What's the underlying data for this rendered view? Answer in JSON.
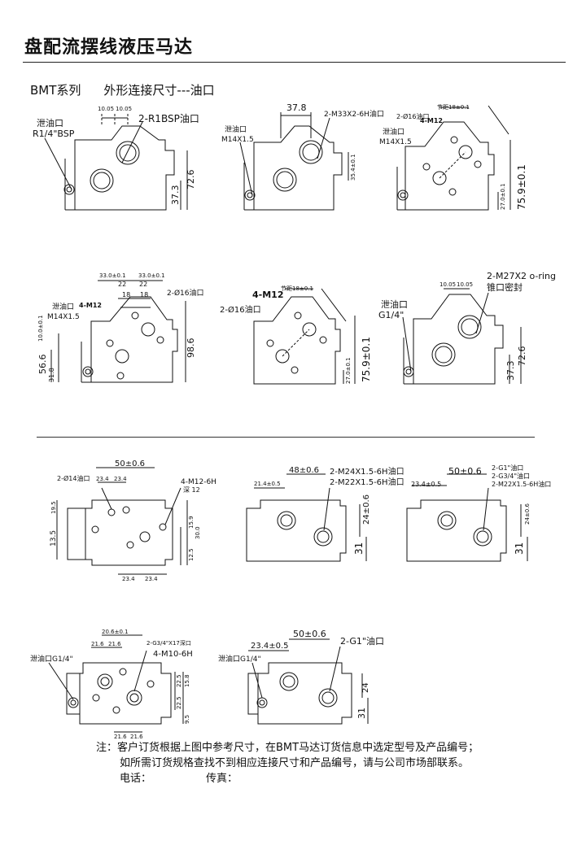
{
  "page_title": "盘配流摆线液压马达",
  "section": {
    "series": "BMT系列",
    "heading": "外形连接尺寸---油口"
  },
  "views": {
    "v1": {
      "drain": [
        "泄油口",
        "R1/4\"BSP"
      ],
      "port": "2-R1BSP油口",
      "d1": "10.05",
      "d2": "10.05",
      "h1": "37.3",
      "h2": "72.6"
    },
    "v2": {
      "drain": [
        "泄油口",
        "M14X1.5"
      ],
      "port": "2-M33X2-6H油口",
      "w": "37.8",
      "h": "35.4±0.1"
    },
    "v3": {
      "drain": [
        "泄油口",
        "M14X1.5"
      ],
      "pin": "2-Ø16油口",
      "bolt": "4-M12",
      "w": "节距18±0.1",
      "h": "75.9±0.1",
      "h2": "27.0±0.1"
    },
    "v4": {
      "drain": [
        "泄油口",
        "M14X1.5"
      ],
      "pin": "2-Ø16油口",
      "bolt": "4-M12",
      "a": "33.0±0.1",
      "b": "33.0±0.1",
      "c": "18",
      "d": "18",
      "e": "22",
      "f": "22",
      "h1": "56.6",
      "h2": "31.8",
      "h3": "98.6",
      "h4": "10.0±0.1"
    },
    "v5": {
      "bolt": "4-M12",
      "pin": "2-Ø16油口",
      "w": "节距18±0.1",
      "h": "75.9±0.1",
      "h2": "27.0±0.1"
    },
    "v6": {
      "drain": [
        "泄油口",
        "G1/4\""
      ],
      "port": [
        "2-M27X2 o-ring",
        "锥口密封"
      ],
      "d1": "10.05",
      "d2": "10.05",
      "h1": "37.3",
      "h2": "72.6"
    },
    "v7": {
      "pin": "2-Ø14油口",
      "bolt": [
        "4-M12-6H",
        "深 12"
      ],
      "w": "50±0.6",
      "a": "23.4",
      "b": "23.4",
      "h1": "13.5",
      "h2": "19.5",
      "h3": "30.0",
      "h4": "12.5",
      "h5": "15.9"
    },
    "v8": {
      "port": [
        "2-M24X1.5-6H油口",
        "2-M22X1.5-6H油口"
      ],
      "w": "48±0.6",
      "a": "21.4±0.5",
      "h1": "24±0.6",
      "h2": "31"
    },
    "v9": {
      "port": [
        "2-G1\"油口",
        "2-G3/4\"油口",
        "2-M22X1.5-6H油口"
      ],
      "w": "50±0.6",
      "a": "23.4±0.5",
      "h1": "24±0.6",
      "h2": "31"
    },
    "v10": {
      "drain": "泄油口G1/4\"",
      "port": "2-G3/4\"X17深口",
      "bolt": "4-M10-6H",
      "w": "20.6±0.1",
      "a": "21.6",
      "b": "21.6",
      "h1": "22.5",
      "h2": "22.5",
      "h3": "15.8",
      "h4": "9.5"
    },
    "v11": {
      "drain": "泄油口G1/4\"",
      "port": "2-G1\"油口",
      "w": "50±0.6",
      "a": "23.4±0.5",
      "h1": "24",
      "h2": "31"
    }
  },
  "note": {
    "line1": "注：客户订货根据上图中参考尺寸，在BMT马达订货信息中选定型号及产品编号；",
    "line2": "如所需订货规格查找不到相应连接尺寸和产品编号，请与公司市场部联系。",
    "tel": "电话：",
    "fax": "传真："
  }
}
